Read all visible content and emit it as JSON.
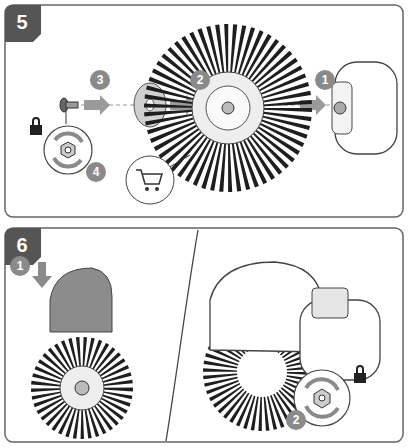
{
  "diagram": {
    "labels": [
      "5",
      "3",
      "2",
      "1",
      "4",
      "6",
      "1",
      "2"
    ]
  }
}
